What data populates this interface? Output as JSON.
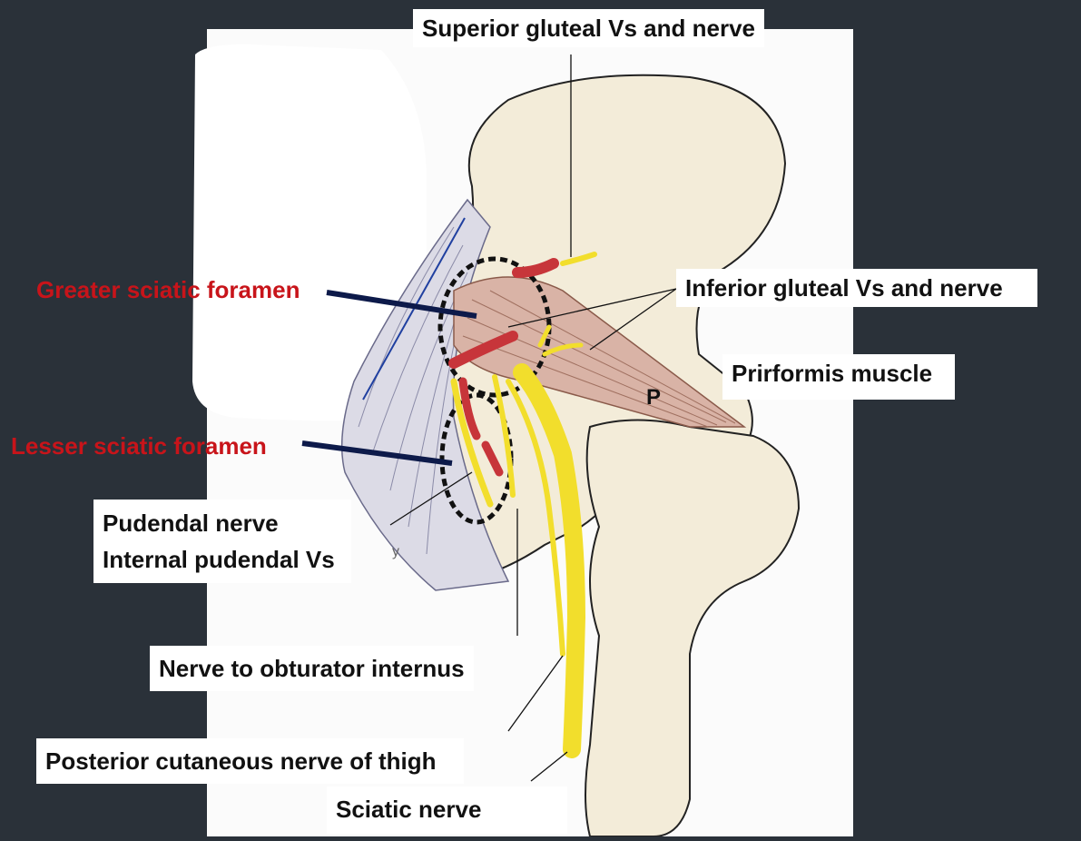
{
  "colors": {
    "background": "#2a3139",
    "bone": "#f3ecd9",
    "muscle": "#d9b3a6",
    "nerve": "#f2de2c",
    "vessel": "#c7353a",
    "ligament": "#dcdbe6",
    "red_text": "#c8141a"
  },
  "labels": {
    "superior_gluteal": "Superior gluteal Vs and nerve",
    "inferior_gluteal": "Inferior gluteal Vs and nerve",
    "greater_sciatic": "Greater sciatic foramen",
    "piriformis": "Prirformis muscle",
    "lesser_sciatic": "Lesser sciatic foramen",
    "pudendal_nerve": "Pudendal nerve",
    "internal_pudendal": "Internal pudendal Vs",
    "obturator_internus": "Nerve to obturator internus",
    "posterior_cutaneous": "Posterior cutaneous nerve of thigh",
    "sciatic_nerve": "Sciatic nerve"
  },
  "muscle_letter": "P",
  "stray_letter": "y"
}
